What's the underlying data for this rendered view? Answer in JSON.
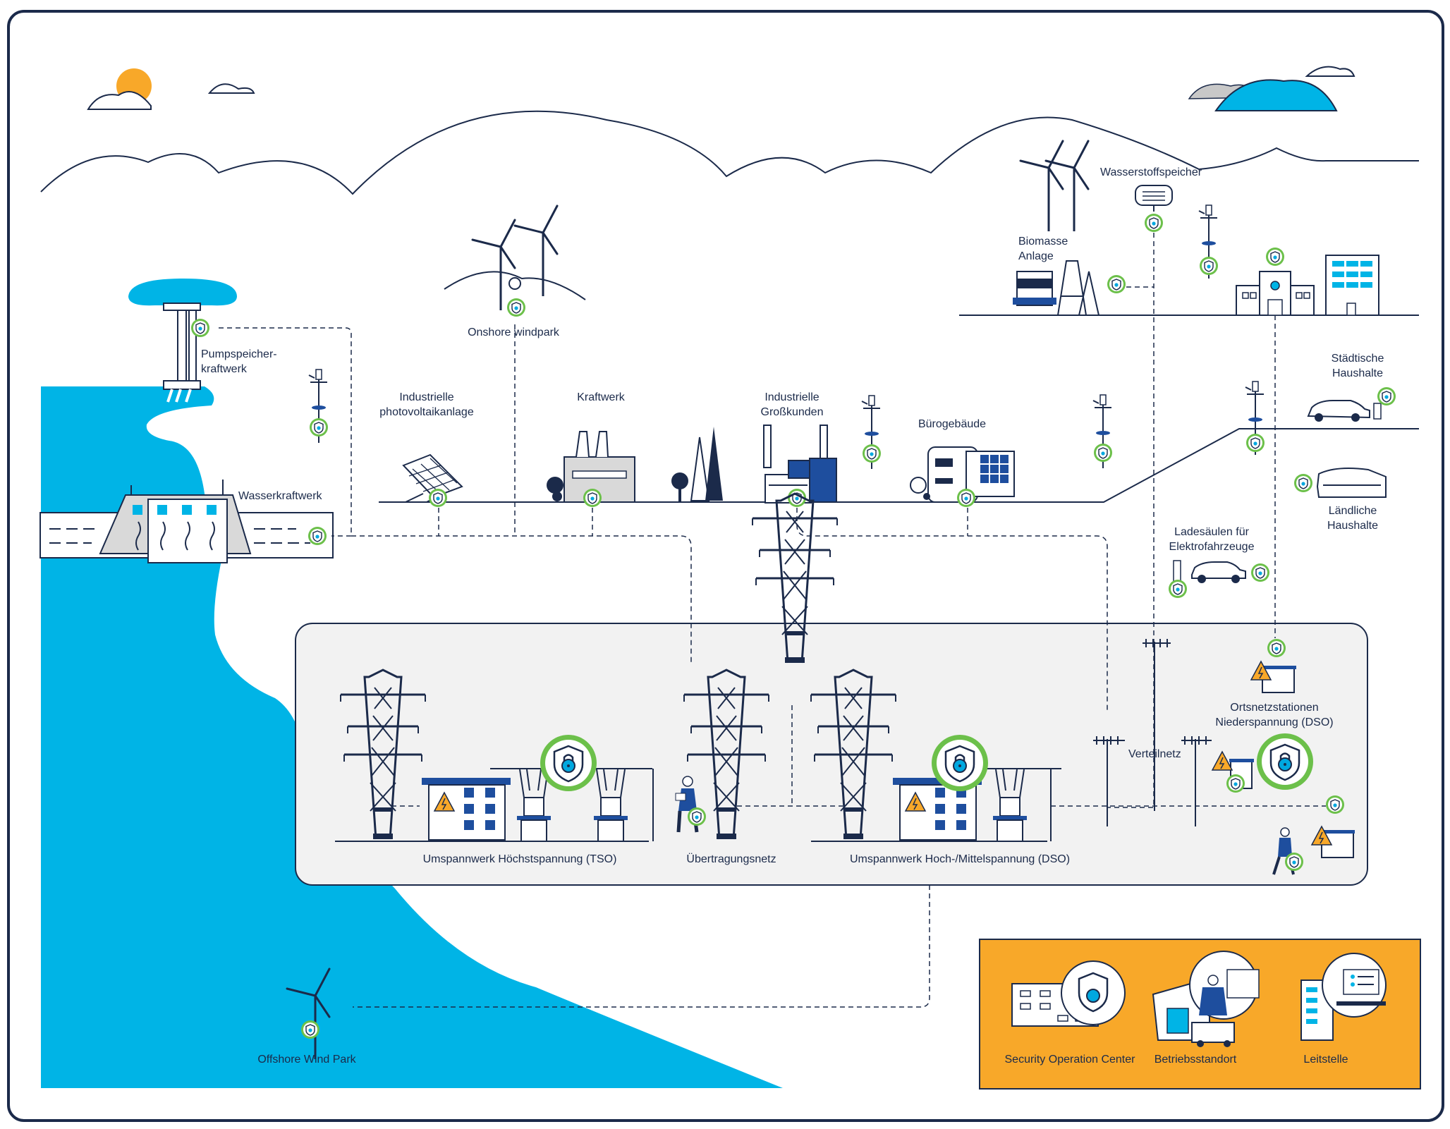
{
  "labels": {
    "pumpspeicher_1": "Pumpspeicher-",
    "pumpspeicher_2": "kraftwerk",
    "wasserkraftwerk": "Wasserkraftwerk",
    "onshore": "Onshore windpark",
    "pv_1": "Industrielle",
    "pv_2": "photovoltaikanlage",
    "kraftwerk": "Kraftwerk",
    "gross_1": "Industrielle",
    "gross_2": "Großkunden",
    "buero": "Bürogebäude",
    "wasserstoff": "Wasserstoffspeicher",
    "biomasse_1": "Biomasse",
    "biomasse_2": "Anlage",
    "staedt_1": "Städtische",
    "staedt_2": "Haushalte",
    "laendl_1": "Ländliche",
    "laendl_2": "Haushalte",
    "lade_1": "Ladesäulen für",
    "lade_2": "Elektrofahrzeuge",
    "orts_1": "Ortsnetzstationen",
    "orts_2": "Niederspannung (DSO)",
    "verteilnetz": "Verteilnetz",
    "tso": "Umspannwerk Höchstspannung (TSO)",
    "uebertragung": "Übertragungsnetz",
    "dso": "Umspannwerk Hoch-/Mittelspannung (DSO)",
    "offshore": "Offshore Wind Park",
    "soc": "Security Operation Center",
    "betrieb": "Betriebsstandort",
    "leitstelle": "Leitstelle"
  },
  "colors": {
    "navy": "#1b2a4a",
    "water": "#00b4e6",
    "green": "#6cc04a",
    "orange": "#f8a829",
    "panel": "#f2f2f2",
    "blue": "#1e4e9e"
  }
}
